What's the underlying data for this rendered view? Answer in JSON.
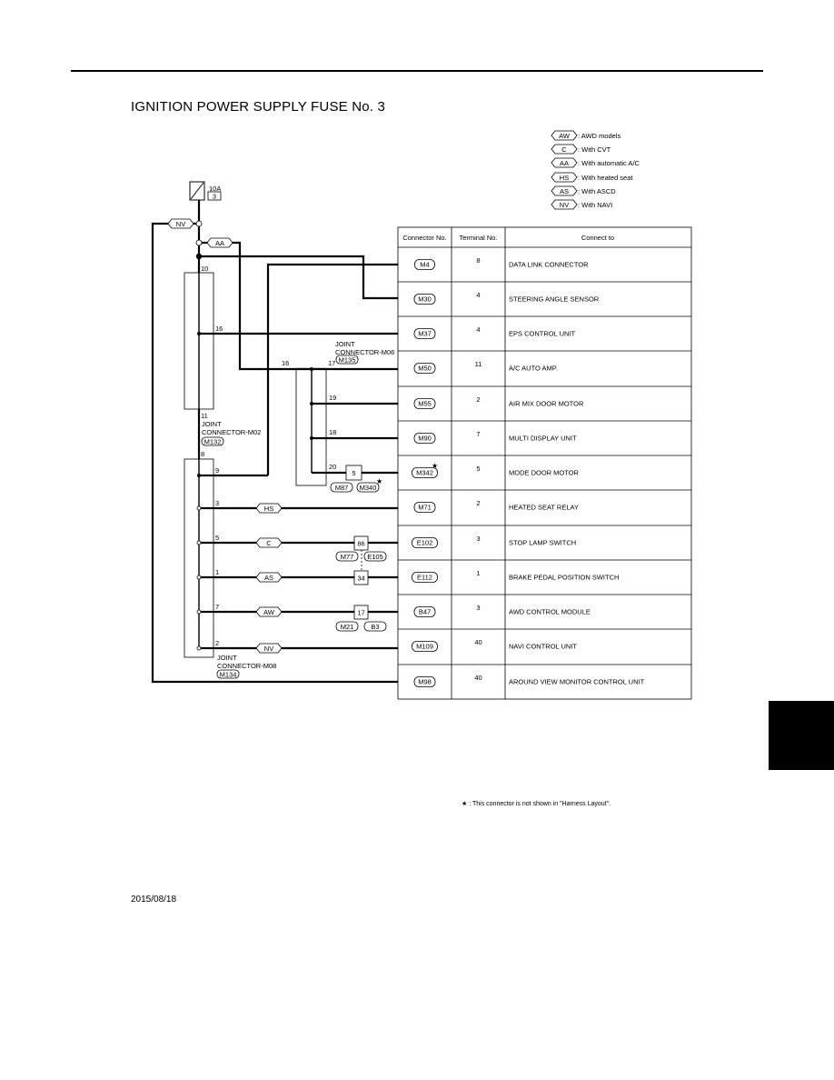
{
  "title": "IGNITION POWER SUPPLY FUSE No. 3",
  "fuse": {
    "rating": "10A",
    "number": "3"
  },
  "legend": [
    {
      "code": "AW",
      "text": ": AWD models"
    },
    {
      "code": "C",
      "text": ": With CVT"
    },
    {
      "code": "AA",
      "text": ": With automatic A/C"
    },
    {
      "code": "HS",
      "text": ": With heated seat"
    },
    {
      "code": "AS",
      "text": ": With ASCD"
    },
    {
      "code": "NV",
      "text": ": With NAVI"
    }
  ],
  "table": {
    "headers": [
      "Connector No.",
      "Terminal No.",
      "Connect to"
    ],
    "rows": [
      {
        "connector": "M4",
        "terminal": "8",
        "connect_to": "DATA LINK CONNECTOR"
      },
      {
        "connector": "M30",
        "terminal": "4",
        "connect_to": "STEERING ANGLE SENSOR"
      },
      {
        "connector": "M37",
        "terminal": "4",
        "connect_to": "EPS CONTROL UNIT"
      },
      {
        "connector": "M50",
        "terminal": "11",
        "connect_to": "A/C AUTO AMP."
      },
      {
        "connector": "M55",
        "terminal": "2",
        "connect_to": "AIR MIX DOOR MOTOR"
      },
      {
        "connector": "M90",
        "terminal": "7",
        "connect_to": "MULTI DISPLAY UNIT"
      },
      {
        "connector": "M342",
        "terminal": "5",
        "connect_to": "MODE DOOR MOTOR"
      },
      {
        "connector": "M71",
        "terminal": "2",
        "connect_to": "HEATED SEAT RELAY"
      },
      {
        "connector": "E102",
        "terminal": "3",
        "connect_to": "STOP LAMP SWITCH"
      },
      {
        "connector": "E112",
        "terminal": "1",
        "connect_to": "BRAKE PEDAL POSITION SWITCH"
      },
      {
        "connector": "B47",
        "terminal": "3",
        "connect_to": "AWD CONTROL MODULE"
      },
      {
        "connector": "M109",
        "terminal": "40",
        "connect_to": "NAVI CONTROL UNIT"
      },
      {
        "connector": "M98",
        "terminal": "40",
        "connect_to": "AROUND VIEW MONITOR CONTROL UNIT"
      }
    ]
  },
  "joint_m02": {
    "line1": "JOINT",
    "line2": "CONNECTOR-M02",
    "code": "M132",
    "pins": [
      "10",
      "16",
      "11"
    ]
  },
  "joint_m06": {
    "line1": "JOINT",
    "line2": "CONNECTOR-M06",
    "code": "M135",
    "pins": [
      "16",
      "17",
      "19",
      "18",
      "20"
    ]
  },
  "joint_m08": {
    "line1": "JOINT",
    "line2": "CONNECTOR-M08",
    "code": "M134",
    "pins": [
      "8",
      "9",
      "3",
      "5",
      "1",
      "7",
      "2"
    ]
  },
  "inline": {
    "m87_term": "5",
    "m87_codes": [
      "M87",
      "M340"
    ],
    "e105_term": "86",
    "e105_codes": [
      "M77",
      "E105"
    ],
    "t34": "34",
    "b3_term": "17",
    "b3_codes": [
      "M21",
      "B3"
    ]
  },
  "wire_tags": {
    "nv1": "NV",
    "aa": "AA",
    "hs": "HS",
    "c": "C",
    "as": "AS",
    "aw": "AW",
    "nv2": "NV"
  },
  "star": "★",
  "footnote": "★ : This connector is not shown in \"Harness Layout\".",
  "date": "2015/08/18"
}
